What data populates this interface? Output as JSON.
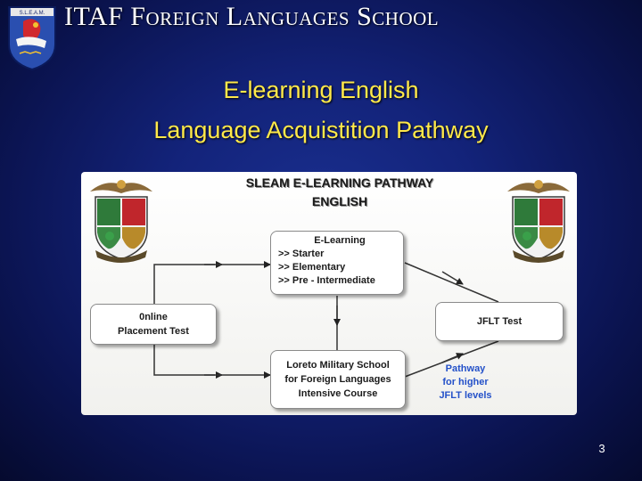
{
  "header": {
    "school_title": "ITAF Foreign Languages School",
    "logo_text": "S.L.E.A.M."
  },
  "slide": {
    "subtitle_line1": "E-learning English",
    "subtitle_line2": "Language Acquistition Pathway",
    "page_number": "3"
  },
  "diagram": {
    "title_line1": "SLEAM E-LEARNING PATHWAY",
    "title_line2": "ENGLISH",
    "nodes": {
      "elearning": {
        "heading": "E-Learning",
        "items": [
          ">> Starter",
          ">> Elementary",
          ">> Pre - Intermediate"
        ]
      },
      "online_test": {
        "line1": "0nline",
        "line2": "Placement Test"
      },
      "jflt_test": {
        "label": "JFLT Test"
      },
      "loreto": {
        "line1": "Loreto Military School",
        "line2": "for Foreign Languages",
        "line3": "Intensive Course"
      }
    },
    "note": {
      "line1": "Pathway",
      "line2": "for higher",
      "line3": "JFLT levels"
    },
    "colors": {
      "note_text": "#2451c9",
      "subtitle": "#ffe94a",
      "background": "#13237a"
    }
  }
}
